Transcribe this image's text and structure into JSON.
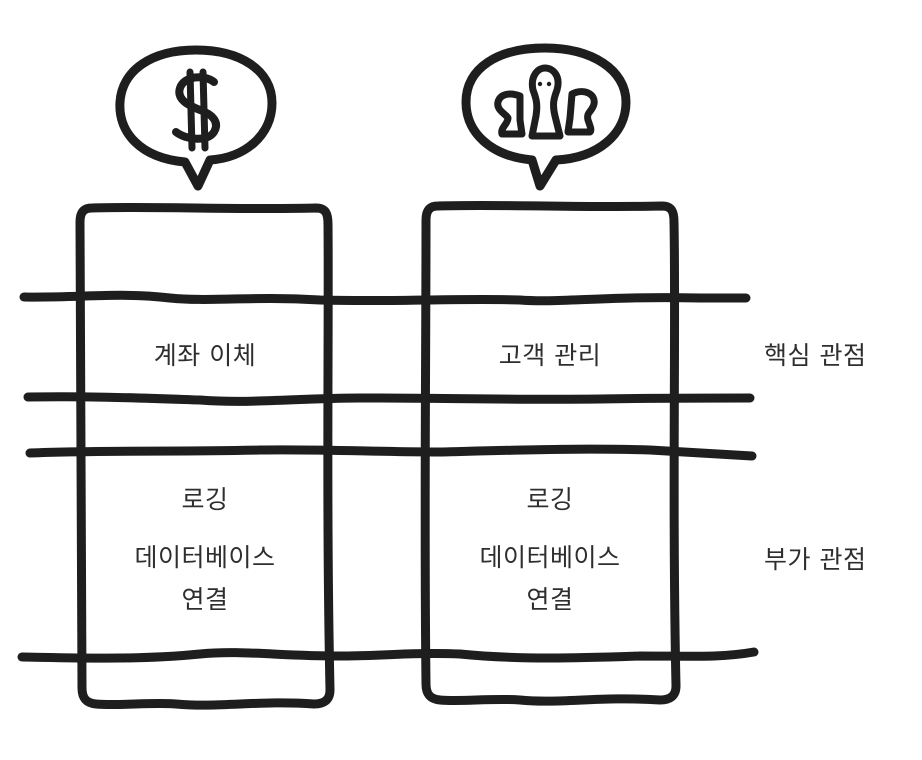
{
  "diagram": {
    "type": "cross-cutting-concerns",
    "stroke_color": "#1e1e1e",
    "text_color": "#2e2e2e",
    "background": "#ffffff",
    "modules": [
      {
        "icon": "dollar-icon",
        "core_label": "계좌 이체",
        "aux_labels": [
          "로깅",
          "데이터베이스",
          "연결"
        ]
      },
      {
        "icon": "people-icon",
        "core_label": "고객 관리",
        "aux_labels": [
          "로깅",
          "데이터베이스",
          "연결"
        ]
      }
    ],
    "layers": [
      {
        "label": "핵심 관점"
      },
      {
        "label": "부가 관점"
      }
    ]
  }
}
